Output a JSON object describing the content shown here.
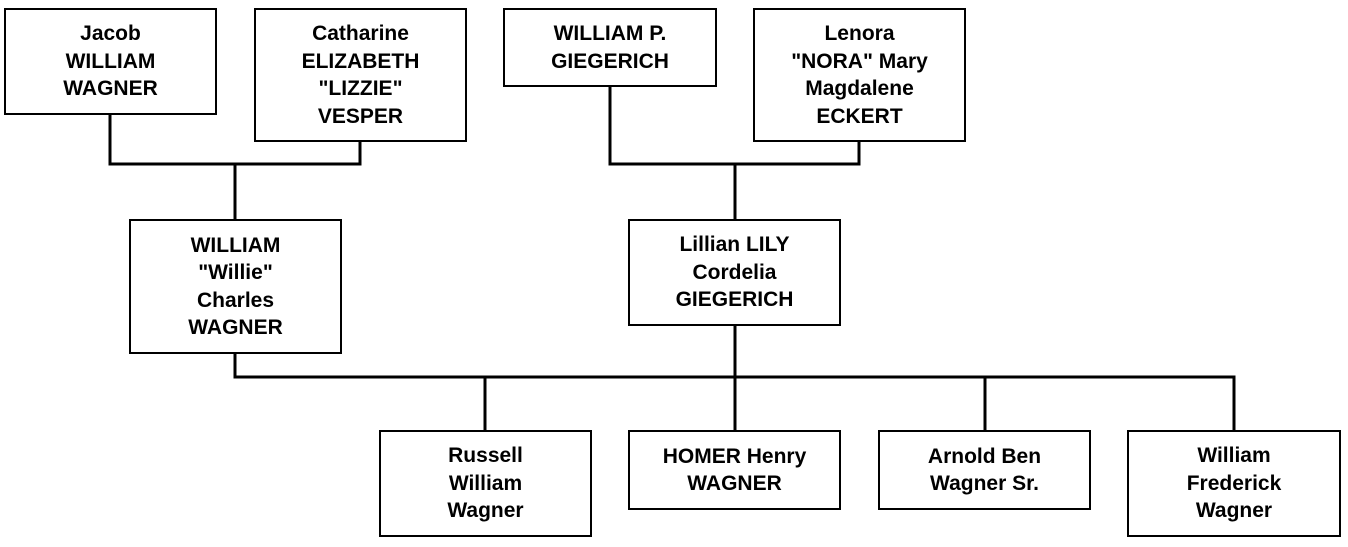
{
  "colors": {
    "box_border": "#000000",
    "connector": "#000000",
    "background": "#ffffff",
    "text": "#000000"
  },
  "people": {
    "jacob": {
      "lines": [
        "Jacob",
        "WILLIAM",
        "WAGNER"
      ]
    },
    "catharine": {
      "lines": [
        "Catharine",
        "ELIZABETH",
        "\"LIZZIE\"",
        "VESPER"
      ]
    },
    "william_p": {
      "lines": [
        "WILLIAM P.",
        "GIEGERICH"
      ]
    },
    "lenora": {
      "lines": [
        "Lenora",
        "\"NORA\" Mary",
        "Magdalene",
        "ECKERT"
      ]
    },
    "william_willie": {
      "lines": [
        "WILLIAM",
        "\"Willie\"",
        "Charles",
        "WAGNER"
      ]
    },
    "lillian": {
      "lines": [
        "Lillian LILY",
        "Cordelia",
        "GIEGERICH"
      ]
    },
    "russell": {
      "lines": [
        "Russell",
        "William",
        "Wagner"
      ]
    },
    "homer": {
      "lines": [
        "HOMER Henry",
        "WAGNER"
      ]
    },
    "arnold": {
      "lines": [
        "Arnold Ben",
        "Wagner Sr."
      ]
    },
    "william_frederick": {
      "lines": [
        "William",
        "Frederick",
        "Wagner"
      ]
    }
  }
}
